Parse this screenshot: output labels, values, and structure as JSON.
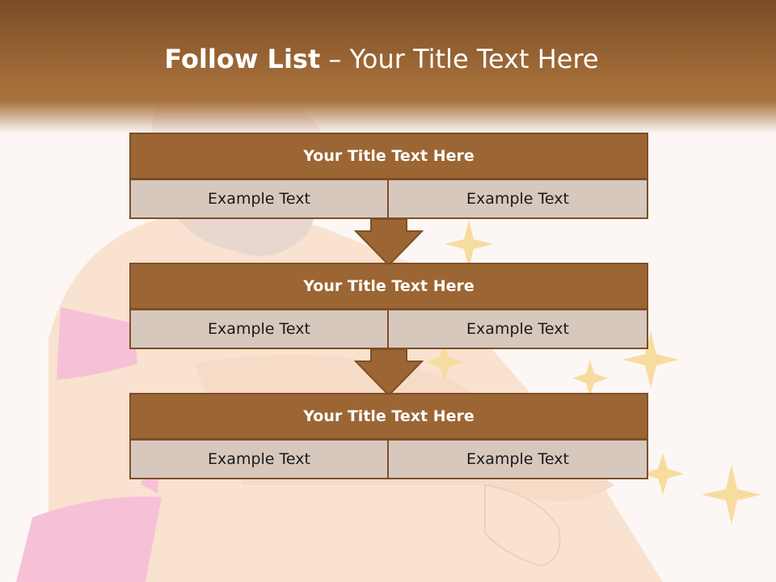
{
  "slide": {
    "title_bold": "Follow List",
    "title_rest": "– Your Title Text Here"
  },
  "steps": [
    {
      "title": "Your Title Text Here",
      "left": "Example Text",
      "right": "Example Text"
    },
    {
      "title": "Your Title Text Here",
      "left": "Example Text",
      "right": "Example Text"
    },
    {
      "title": "Your Title Text Here",
      "left": "Example Text",
      "right": "Example Text"
    }
  ],
  "colors": {
    "header_brown": "#a36d39",
    "box_brown": "#9c6534",
    "cell_beige": "#d7c8be",
    "border_brown": "#7e4f25",
    "sparkle": "#f5d79a"
  },
  "background_illustration": "woman-hugging-knees-with-sparkles"
}
